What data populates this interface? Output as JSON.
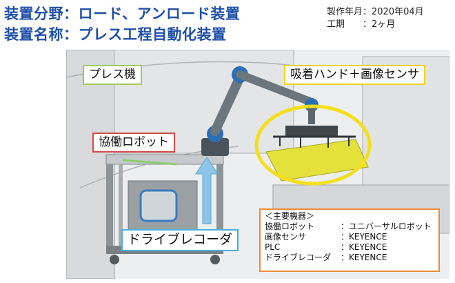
{
  "header": {
    "line1": "装置分野：ロード、アンロード装置",
    "line2": "装置名称：プレス工程自動化装置",
    "meta1": "製作年月：2020年04月",
    "meta2": "工期　　：2ヶ月"
  },
  "callouts": {
    "press": "プレス機",
    "hand": "吸着ハンド＋画像センサ",
    "robot": "協働ロボット",
    "recorder": "ドライブレコーダ"
  },
  "spec": {
    "title": "＜主要機器＞",
    "rows": [
      {
        "name": "協働ロボット",
        "value": "：ユニバーサルロボット"
      },
      {
        "name": "画像センサ",
        "value": "：KEYENCE"
      },
      {
        "name": "PLC",
        "value": "：KEYENCE"
      },
      {
        "name": "ドライブレコーダ",
        "value": "：KEYENCE"
      }
    ]
  },
  "colors": {
    "title": "#1f4fa8",
    "press_border": "#9ccc5a",
    "hand_border": "#f2d41a",
    "robot_border": "#d84a4a",
    "recorder_border": "#46b0e0",
    "spec_border": "#f08a34",
    "robot_arm": "#5f6b73",
    "robot_joint": "#2a6fb5",
    "hand_plate": "#e4e23a"
  }
}
